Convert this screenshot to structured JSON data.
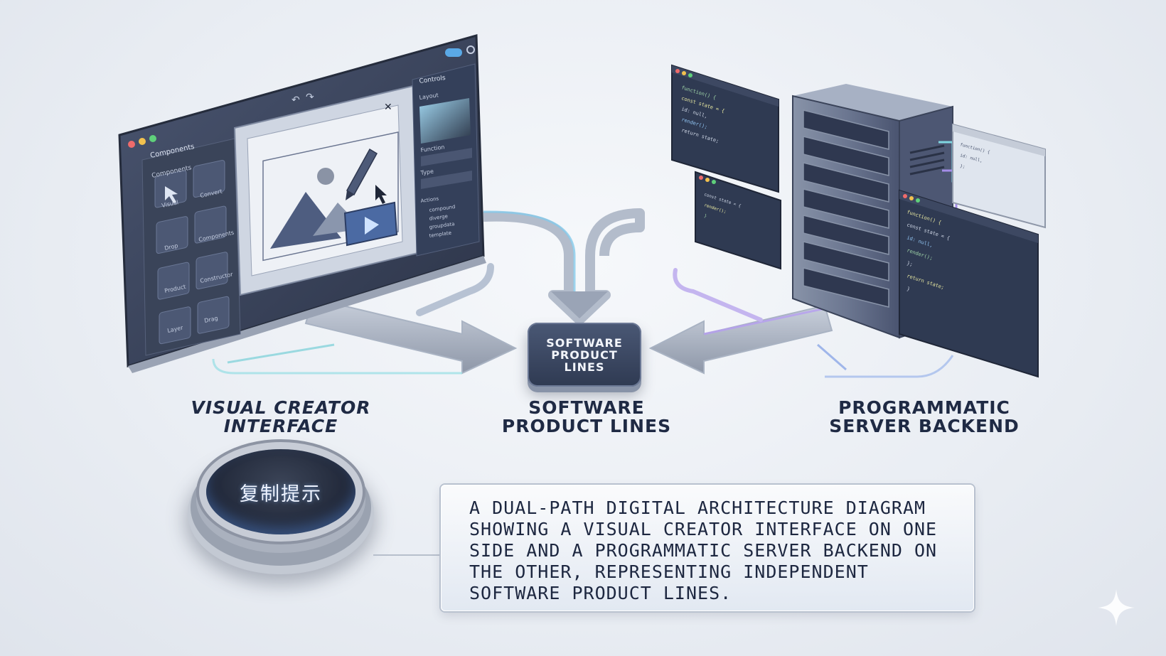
{
  "labels": {
    "visual_creator": [
      "VISUAL CREATOR",
      "INTERFACE"
    ],
    "software_product_lines": [
      "SOFTWARE",
      "PRODUCT LINES"
    ],
    "programmatic_server": [
      "PROGRAMMATIC",
      "SERVER BACKEND"
    ]
  },
  "hub": {
    "lines": [
      "SOFTWARE",
      "PRODUCT",
      "LINES"
    ]
  },
  "copy_button": {
    "label": "复制提示"
  },
  "description": "A dual-path digital architecture diagram showing a visual creator interface on one side and a programmatic server backend on the other, representing independent software product lines.",
  "editor": {
    "panel_title": "Components",
    "section_title": "Components",
    "tools": [
      "Visual",
      "Convert",
      "Drop",
      "Components",
      "Product",
      "Constructor",
      "Layer",
      "Drag"
    ],
    "inspector_title": "Controls",
    "inspector_sub": "Layout",
    "fields": [
      "Function",
      "Type"
    ],
    "actions_title": "Actions",
    "actions": [
      "compound",
      "diverge",
      "groupdata",
      "template"
    ]
  },
  "code_snippets": [
    "function() {",
    "  const state = {",
    "    id: null,",
    "    render();",
    "  };",
    "  return state;",
    "}"
  ],
  "colors": {
    "dark_panel": "#3a4459",
    "accent_blue": "#5aa9e6",
    "accent_purple": "#a48de8",
    "accent_teal": "#6fd3d6",
    "text_dark": "#1f2a44"
  }
}
